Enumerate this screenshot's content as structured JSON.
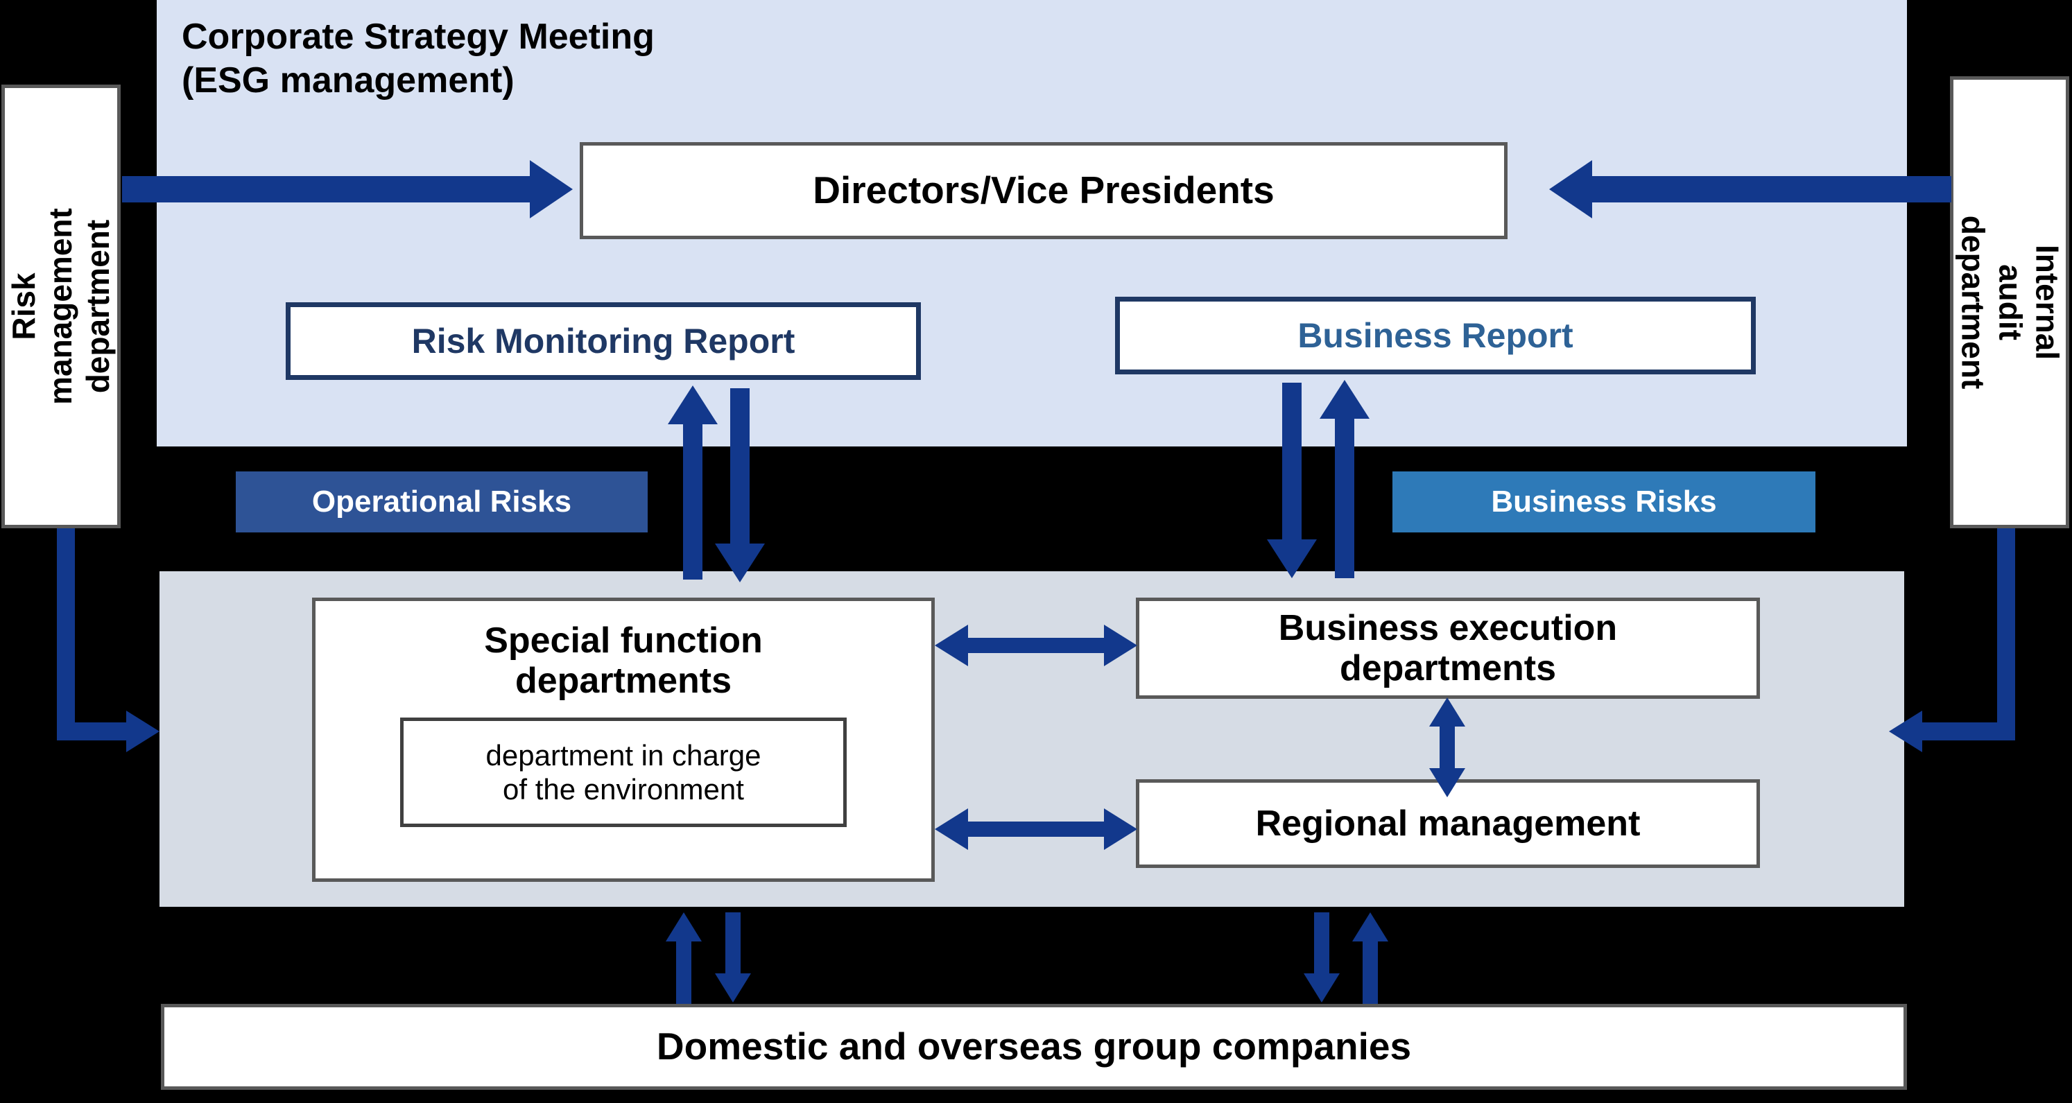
{
  "heading": "Corporate Strategy Meeting\n(ESG management)",
  "boxes": {
    "directors": "Directors/Vice Presidents",
    "risk_monitoring_report": "Risk Monitoring Report",
    "business_report": "Business Report",
    "special_function_departments": "Special function\ndepartments",
    "environment_department": "department in charge\nof the environment",
    "business_execution_departments": "Business execution\ndepartments",
    "regional_management": "Regional management",
    "group_companies": "Domestic and overseas group companies"
  },
  "badges": {
    "operational_risks": "Operational Risks",
    "business_risks": "Business Risks"
  },
  "side_labels": {
    "risk_management": "Risk management\ndepartment",
    "internal_audit": "Internal audit\ndepartment"
  },
  "colors": {
    "panel_top": "#D9E2F3",
    "panel_mid": "#D6DCE5",
    "arrow": "#12388C",
    "report_border": "#1F3864",
    "risk_report_text": "#1F3864",
    "business_report_text": "#2E6296",
    "badge_operational": "#2E5396",
    "badge_business": "#2E7AB8",
    "box_border": "#595959",
    "background": "#000000"
  }
}
